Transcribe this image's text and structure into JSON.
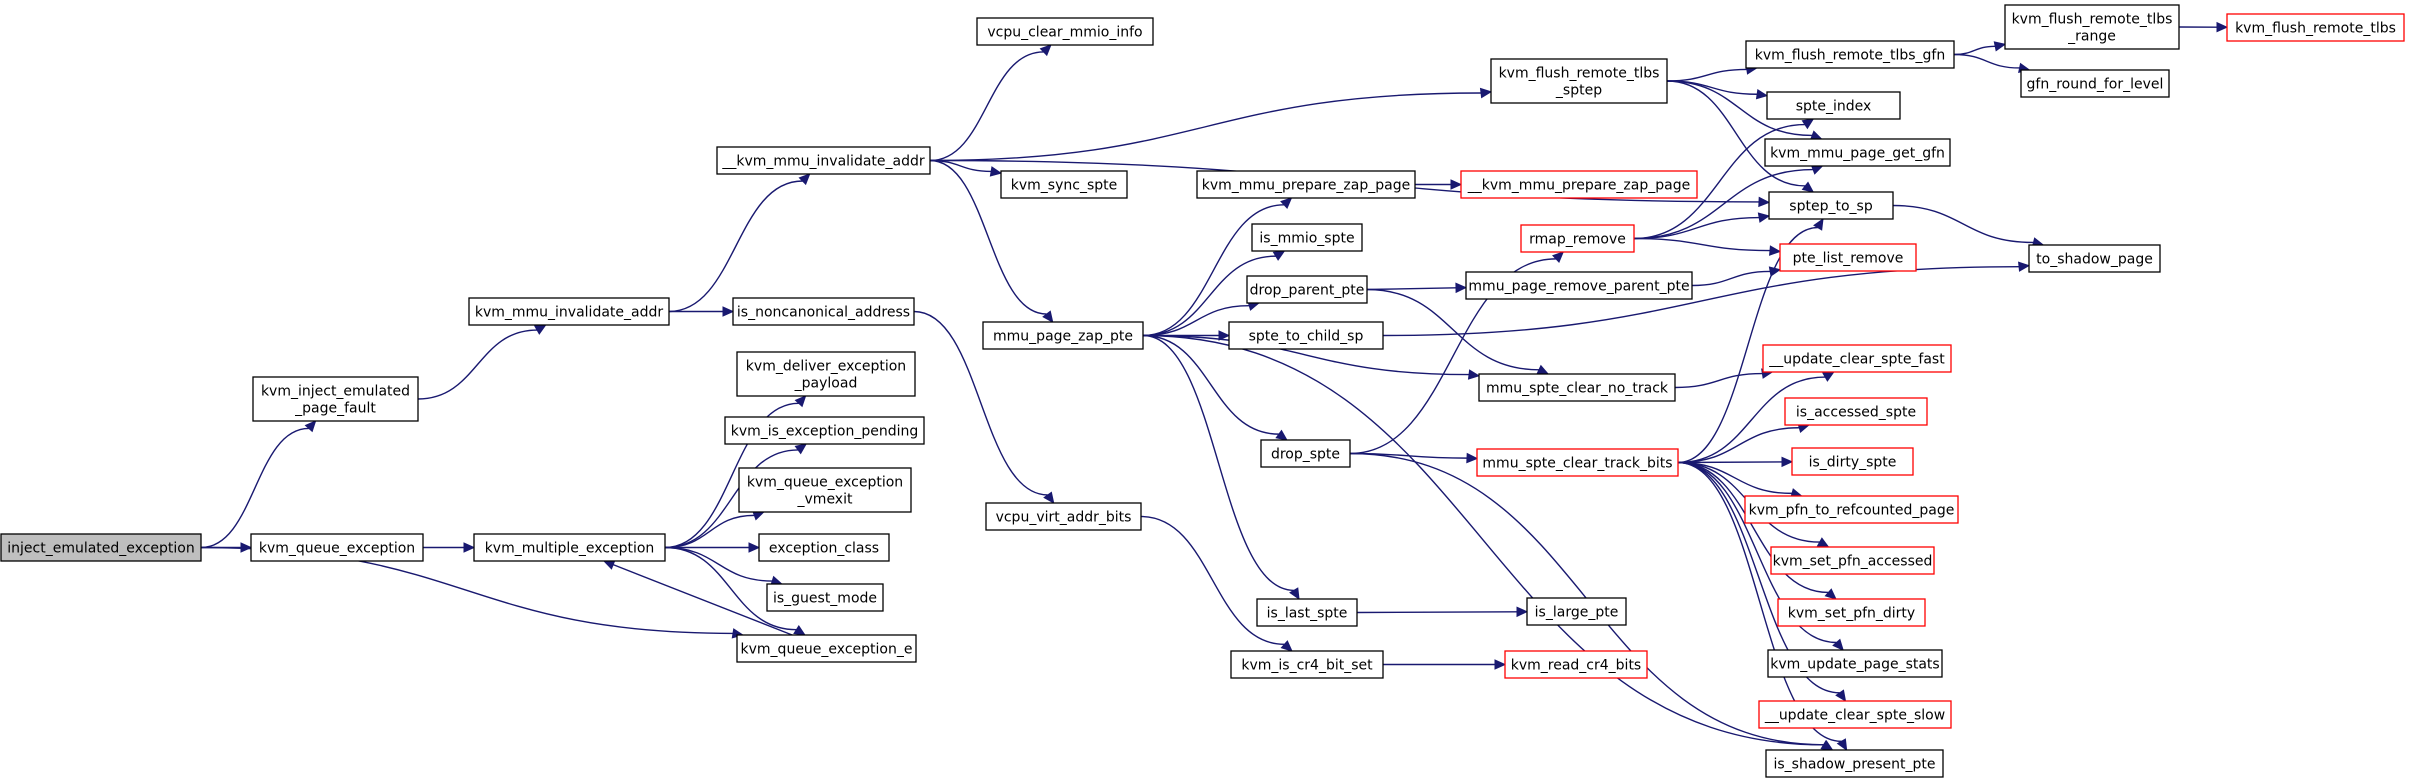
{
  "colors": {
    "edge": "#191970",
    "root_fill": "#bfbfbf",
    "external_border": "#ff0000",
    "node_border": "#000000"
  },
  "nodes": {
    "inject": {
      "lines": [
        "inject_emulated_exception"
      ],
      "style": "root"
    },
    "kvm_inject": {
      "lines": [
        "kvm_inject_emulated",
        "_page_fault"
      ],
      "style": "normal"
    },
    "kvm_queue_exc": {
      "lines": [
        "kvm_queue_exception"
      ],
      "style": "normal"
    },
    "kvm_mmu_inval": {
      "lines": [
        "kvm_mmu_invalidate_addr"
      ],
      "style": "normal"
    },
    "kvm_mult": {
      "lines": [
        "kvm_multiple_exception"
      ],
      "style": "normal"
    },
    "__kvm_mmu_inval": {
      "lines": [
        "__kvm_mmu_invalidate_addr"
      ],
      "style": "normal"
    },
    "is_noncanon": {
      "lines": [
        "is_noncanonical_address"
      ],
      "style": "normal"
    },
    "kvm_deliver": {
      "lines": [
        "kvm_deliver_exception",
        "_payload"
      ],
      "style": "normal"
    },
    "kvm_is_exc_pend": {
      "lines": [
        "kvm_is_exception_pending"
      ],
      "style": "normal"
    },
    "kvm_queue_exc_vmexit": {
      "lines": [
        "kvm_queue_exception",
        "_vmexit"
      ],
      "style": "normal"
    },
    "exc_class": {
      "lines": [
        "exception_class"
      ],
      "style": "normal"
    },
    "is_guest_mode": {
      "lines": [
        "is_guest_mode"
      ],
      "style": "normal"
    },
    "kvm_queue_exc_e": {
      "lines": [
        "kvm_queue_exception_e"
      ],
      "style": "normal"
    },
    "vcpu_clear": {
      "lines": [
        "vcpu_clear_mmio_info"
      ],
      "style": "normal"
    },
    "kvm_sync": {
      "lines": [
        "kvm_sync_spte"
      ],
      "style": "normal"
    },
    "mmu_zap": {
      "lines": [
        "mmu_page_zap_pte"
      ],
      "style": "normal"
    },
    "vcpu_virt": {
      "lines": [
        "vcpu_virt_addr_bits"
      ],
      "style": "normal"
    },
    "kvm_flush_sptep": {
      "lines": [
        "kvm_flush_remote_tlbs",
        "_sptep"
      ],
      "style": "normal"
    },
    "kvm_mmu_prep": {
      "lines": [
        "kvm_mmu_prepare_zap_page"
      ],
      "style": "normal"
    },
    "is_mmio": {
      "lines": [
        "is_mmio_spte"
      ],
      "style": "normal"
    },
    "drop_parent": {
      "lines": [
        "drop_parent_pte"
      ],
      "style": "normal"
    },
    "spte_to_child": {
      "lines": [
        "spte_to_child_sp"
      ],
      "style": "normal"
    },
    "drop_spte": {
      "lines": [
        "drop_spte"
      ],
      "style": "normal"
    },
    "is_last": {
      "lines": [
        "is_last_spte"
      ],
      "style": "normal"
    },
    "kvm_is_cr4": {
      "lines": [
        "kvm_is_cr4_bit_set"
      ],
      "style": "normal"
    },
    "__kvm_mmu_prep": {
      "lines": [
        "__kvm_mmu_prepare_zap_page"
      ],
      "style": "external"
    },
    "rmap_remove": {
      "lines": [
        "rmap_remove"
      ],
      "style": "external"
    },
    "mmu_page_rm_parent": {
      "lines": [
        "mmu_page_remove_parent_pte"
      ],
      "style": "normal"
    },
    "mmu_spte_clear_no": {
      "lines": [
        "mmu_spte_clear_no_track"
      ],
      "style": "normal"
    },
    "mmu_spte_clear_track": {
      "lines": [
        "mmu_spte_clear_track_bits"
      ],
      "style": "external"
    },
    "is_large": {
      "lines": [
        "is_large_pte"
      ],
      "style": "normal"
    },
    "kvm_read_cr4": {
      "lines": [
        "kvm_read_cr4_bits"
      ],
      "style": "external"
    },
    "kvm_flush_gfn": {
      "lines": [
        "kvm_flush_remote_tlbs_gfn"
      ],
      "style": "normal"
    },
    "spte_index": {
      "lines": [
        "spte_index"
      ],
      "style": "normal"
    },
    "kvm_mmu_page_get_gfn": {
      "lines": [
        "kvm_mmu_page_get_gfn"
      ],
      "style": "normal"
    },
    "sptep_to_sp": {
      "lines": [
        "sptep_to_sp"
      ],
      "style": "normal"
    },
    "pte_list_remove": {
      "lines": [
        "pte_list_remove"
      ],
      "style": "external"
    },
    "__update_fast": {
      "lines": [
        "__update_clear_spte_fast"
      ],
      "style": "external"
    },
    "is_accessed": {
      "lines": [
        "is_accessed_spte"
      ],
      "style": "external"
    },
    "is_dirty": {
      "lines": [
        "is_dirty_spte"
      ],
      "style": "external"
    },
    "kvm_pfn_refc": {
      "lines": [
        "kvm_pfn_to_refcounted_page"
      ],
      "style": "external"
    },
    "kvm_set_pfn_acc": {
      "lines": [
        "kvm_set_pfn_accessed"
      ],
      "style": "external"
    },
    "kvm_set_pfn_dirty": {
      "lines": [
        "kvm_set_pfn_dirty"
      ],
      "style": "external"
    },
    "kvm_update_stats": {
      "lines": [
        "kvm_update_page_stats"
      ],
      "style": "normal"
    },
    "__update_slow": {
      "lines": [
        "__update_clear_spte_slow"
      ],
      "style": "external"
    },
    "is_shadow_present": {
      "lines": [
        "is_shadow_present_pte"
      ],
      "style": "normal"
    },
    "kvm_flush_range": {
      "lines": [
        "kvm_flush_remote_tlbs",
        "_range"
      ],
      "style": "normal"
    },
    "gfn_round": {
      "lines": [
        "gfn_round_for_level"
      ],
      "style": "normal"
    },
    "kvm_flush_tlbs": {
      "lines": [
        "kvm_flush_remote_tlbs"
      ],
      "style": "external"
    },
    "to_shadow_page": {
      "lines": [
        "to_shadow_page"
      ],
      "style": "normal"
    }
  },
  "edges": [
    [
      "inject",
      "kvm_inject"
    ],
    [
      "inject",
      "kvm_queue_exc"
    ],
    [
      "inject",
      "kvm_queue_exc_e"
    ],
    [
      "kvm_inject",
      "kvm_mmu_inval"
    ],
    [
      "kvm_queue_exc",
      "kvm_mult"
    ],
    [
      "kvm_mmu_inval",
      "__kvm_mmu_inval"
    ],
    [
      "kvm_mmu_inval",
      "is_noncanon"
    ],
    [
      "kvm_mult",
      "kvm_deliver"
    ],
    [
      "kvm_mult",
      "kvm_is_exc_pend"
    ],
    [
      "kvm_mult",
      "kvm_queue_exc_vmexit"
    ],
    [
      "kvm_mult",
      "exc_class"
    ],
    [
      "kvm_mult",
      "is_guest_mode"
    ],
    [
      "kvm_mult",
      "kvm_queue_exc_e"
    ],
    [
      "kvm_queue_exc_e",
      "kvm_mult"
    ],
    [
      "__kvm_mmu_inval",
      "vcpu_clear"
    ],
    [
      "__kvm_mmu_inval",
      "kvm_flush_sptep"
    ],
    [
      "__kvm_mmu_inval",
      "kvm_sync"
    ],
    [
      "__kvm_mmu_inval",
      "mmu_zap"
    ],
    [
      "__kvm_mmu_inval",
      "sptep_to_sp"
    ],
    [
      "is_noncanon",
      "vcpu_virt"
    ],
    [
      "mmu_zap",
      "kvm_mmu_prep"
    ],
    [
      "mmu_zap",
      "is_mmio"
    ],
    [
      "mmu_zap",
      "drop_parent"
    ],
    [
      "mmu_zap",
      "spte_to_child"
    ],
    [
      "mmu_zap",
      "mmu_spte_clear_no"
    ],
    [
      "mmu_zap",
      "drop_spte"
    ],
    [
      "mmu_zap",
      "is_last"
    ],
    [
      "mmu_zap",
      "is_shadow_present"
    ],
    [
      "vcpu_virt",
      "kvm_is_cr4"
    ],
    [
      "kvm_flush_sptep",
      "kvm_flush_gfn"
    ],
    [
      "kvm_flush_sptep",
      "spte_index"
    ],
    [
      "kvm_flush_sptep",
      "kvm_mmu_page_get_gfn"
    ],
    [
      "kvm_flush_sptep",
      "sptep_to_sp"
    ],
    [
      "kvm_mmu_prep",
      "__kvm_mmu_prep"
    ],
    [
      "drop_parent",
      "mmu_page_rm_parent"
    ],
    [
      "drop_parent",
      "mmu_spte_clear_no"
    ],
    [
      "spte_to_child",
      "to_shadow_page"
    ],
    [
      "drop_spte",
      "rmap_remove"
    ],
    [
      "drop_spte",
      "mmu_spte_clear_track"
    ],
    [
      "drop_spte",
      "is_shadow_present"
    ],
    [
      "is_last",
      "is_large"
    ],
    [
      "kvm_is_cr4",
      "kvm_read_cr4"
    ],
    [
      "rmap_remove",
      "spte_index"
    ],
    [
      "rmap_remove",
      "kvm_mmu_page_get_gfn"
    ],
    [
      "rmap_remove",
      "sptep_to_sp"
    ],
    [
      "rmap_remove",
      "pte_list_remove"
    ],
    [
      "mmu_page_rm_parent",
      "pte_list_remove"
    ],
    [
      "mmu_spte_clear_no",
      "__update_fast"
    ],
    [
      "mmu_spte_clear_track",
      "__update_fast"
    ],
    [
      "mmu_spte_clear_track",
      "is_accessed"
    ],
    [
      "mmu_spte_clear_track",
      "is_dirty"
    ],
    [
      "mmu_spte_clear_track",
      "kvm_pfn_refc"
    ],
    [
      "mmu_spte_clear_track",
      "kvm_set_pfn_acc"
    ],
    [
      "mmu_spte_clear_track",
      "kvm_set_pfn_dirty"
    ],
    [
      "mmu_spte_clear_track",
      "kvm_update_stats"
    ],
    [
      "mmu_spte_clear_track",
      "__update_slow"
    ],
    [
      "mmu_spte_clear_track",
      "is_shadow_present"
    ],
    [
      "mmu_spte_clear_track",
      "sptep_to_sp"
    ],
    [
      "kvm_flush_gfn",
      "kvm_flush_range"
    ],
    [
      "kvm_flush_gfn",
      "gfn_round"
    ],
    [
      "kvm_flush_range",
      "kvm_flush_tlbs"
    ],
    [
      "sptep_to_sp",
      "to_shadow_page"
    ]
  ]
}
